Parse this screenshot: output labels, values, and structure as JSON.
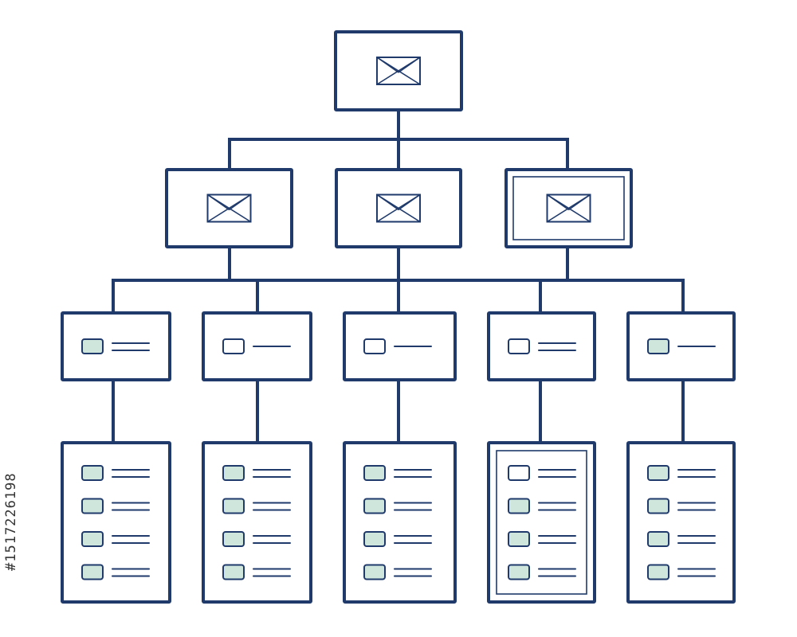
{
  "colors": {
    "stroke": "#1f3a6b",
    "fill": "#ffffff",
    "accent_fill": "#cfe6dc",
    "background": "#ffffff"
  },
  "diagram": {
    "type": "sitemap-wireframe",
    "root": {
      "icon": "image-placeholder-icon"
    },
    "level1": [
      {
        "icon": "image-placeholder-icon",
        "double_border": false
      },
      {
        "icon": "image-placeholder-icon",
        "double_border": false
      },
      {
        "icon": "image-placeholder-icon",
        "double_border": true
      }
    ],
    "level2": [
      {
        "parent": 0,
        "checkbox_filled": true,
        "lines": 2
      },
      {
        "parent": 0,
        "checkbox_filled": false,
        "lines": 1
      },
      {
        "parent": 1,
        "checkbox_filled": false,
        "lines": 1
      },
      {
        "parent": 2,
        "checkbox_filled": false,
        "lines": 2
      },
      {
        "parent": 2,
        "checkbox_filled": true,
        "lines": 1
      }
    ],
    "level3": [
      {
        "rows": 4,
        "double_border": false,
        "first_row_filled": true
      },
      {
        "rows": 4,
        "double_border": false,
        "first_row_filled": true
      },
      {
        "rows": 4,
        "double_border": false,
        "first_row_filled": true
      },
      {
        "rows": 4,
        "double_border": true,
        "first_row_filled": false
      },
      {
        "rows": 4,
        "double_border": false,
        "first_row_filled": true
      }
    ]
  },
  "watermark": {
    "id_text": "#1517226198"
  }
}
